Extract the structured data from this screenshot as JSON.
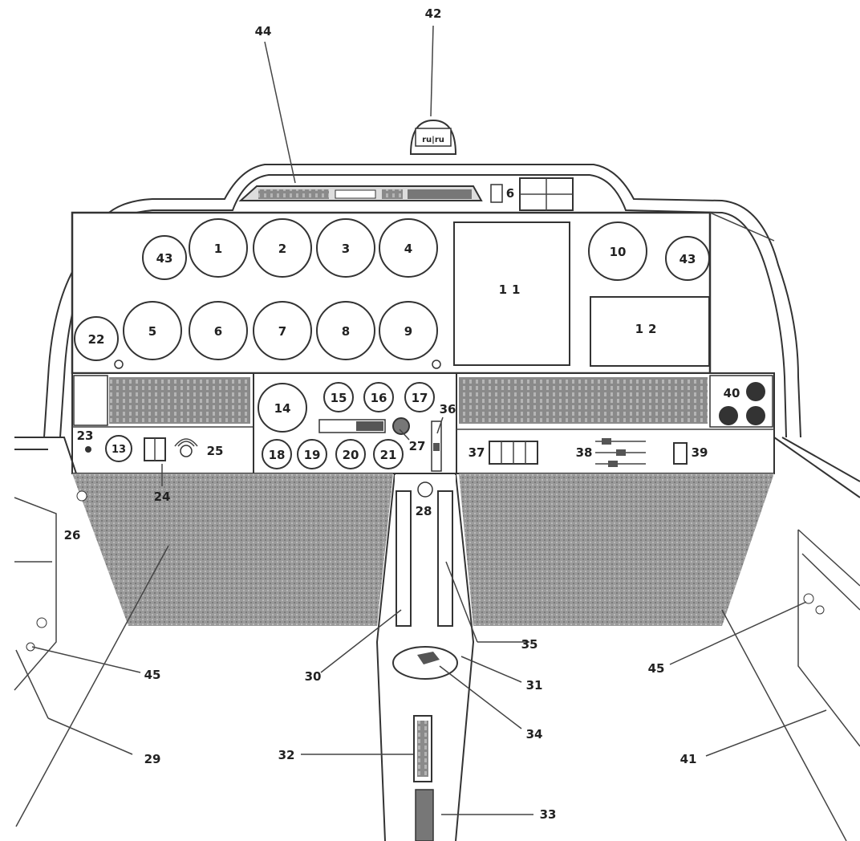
{
  "gauges_top": [
    "43",
    "1",
    "2",
    "3",
    "4",
    "10",
    "43"
  ],
  "gauges_bottom": [
    "22",
    "5",
    "6",
    "7",
    "8",
    "9"
  ],
  "displays": [
    "11",
    "12"
  ],
  "center_row1": [
    "14",
    "15",
    "16",
    "17"
  ],
  "center_row2": [
    "18",
    "19",
    "20",
    "21"
  ],
  "label_40": "40",
  "label_13": "13",
  "callouts": {
    "c42": "42",
    "c44": "44",
    "c23": "23",
    "c24": "24",
    "c25": "25",
    "c26": "26",
    "c27": "27",
    "c28": "28",
    "c29": "29",
    "c30": "30",
    "c31": "31",
    "c32": "32",
    "c33": "33",
    "c34": "34",
    "c35": "35",
    "c36": "36",
    "c37": "37",
    "c38": "38",
    "c39": "39",
    "c41": "41",
    "c45a": "45",
    "c45b": "45",
    "c6": "6"
  }
}
